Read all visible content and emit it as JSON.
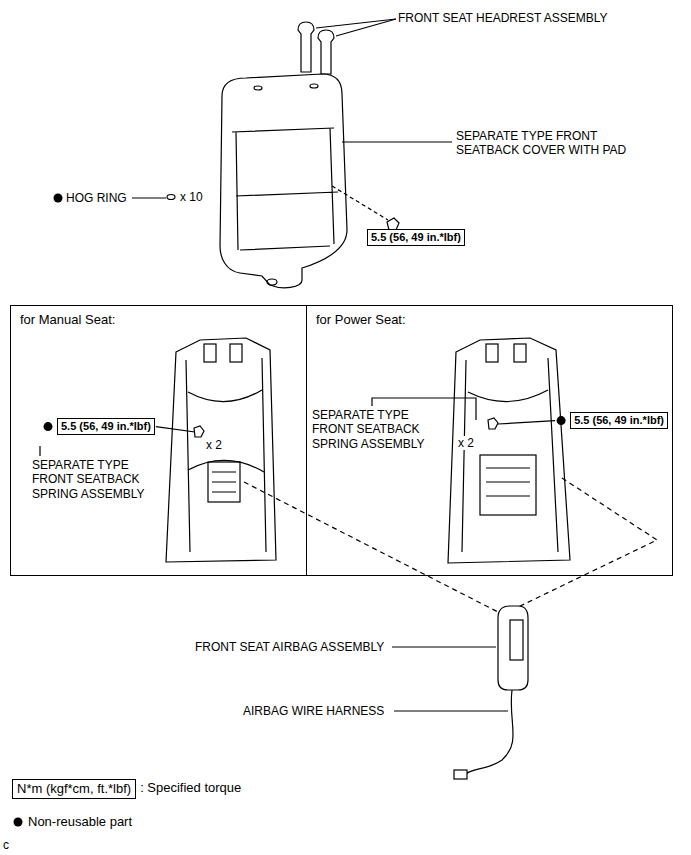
{
  "diagram": {
    "nodes": [
      {
        "text": [
          "5.5 (56, 49 in.*lbf)"
        ]
      },
      {
        "text": [
          "for Manual Seat:"
        ]
      },
      {
        "text": [
          "5.5 (56, 49 in.*lbf)"
        ],
        "in": 1
      },
      {
        "text": [
          "for Power Seat:"
        ]
      },
      {
        "text": [
          "5.5 (56, 49 in.*lbf)"
        ],
        "in": 3
      },
      {
        "text": [
          "N*m (kgf*cm, ft.*lbf)"
        ]
      }
    ],
    "labels": [
      "FRONT SEAT HEADREST ASSEMBLY",
      "SEPARATE TYPE FRONT SEATBACK COVER WITH PAD",
      "HOG RING",
      "x 10",
      "x 2",
      "SEPARATE TYPE FRONT SEATBACK SPRING ASSEMBLY",
      "SEPARATE TYPE FRONT SEATBACK SPRING ASSEMBLY",
      "x 2",
      "FRONT SEAT AIRBAG ASSEMBLY",
      "AIRBAG WIRE HARNESS",
      "c"
    ],
    "legend": [
      {
        "text": ": Specified torque"
      },
      {
        "text": "Non-reusable part"
      }
    ]
  }
}
